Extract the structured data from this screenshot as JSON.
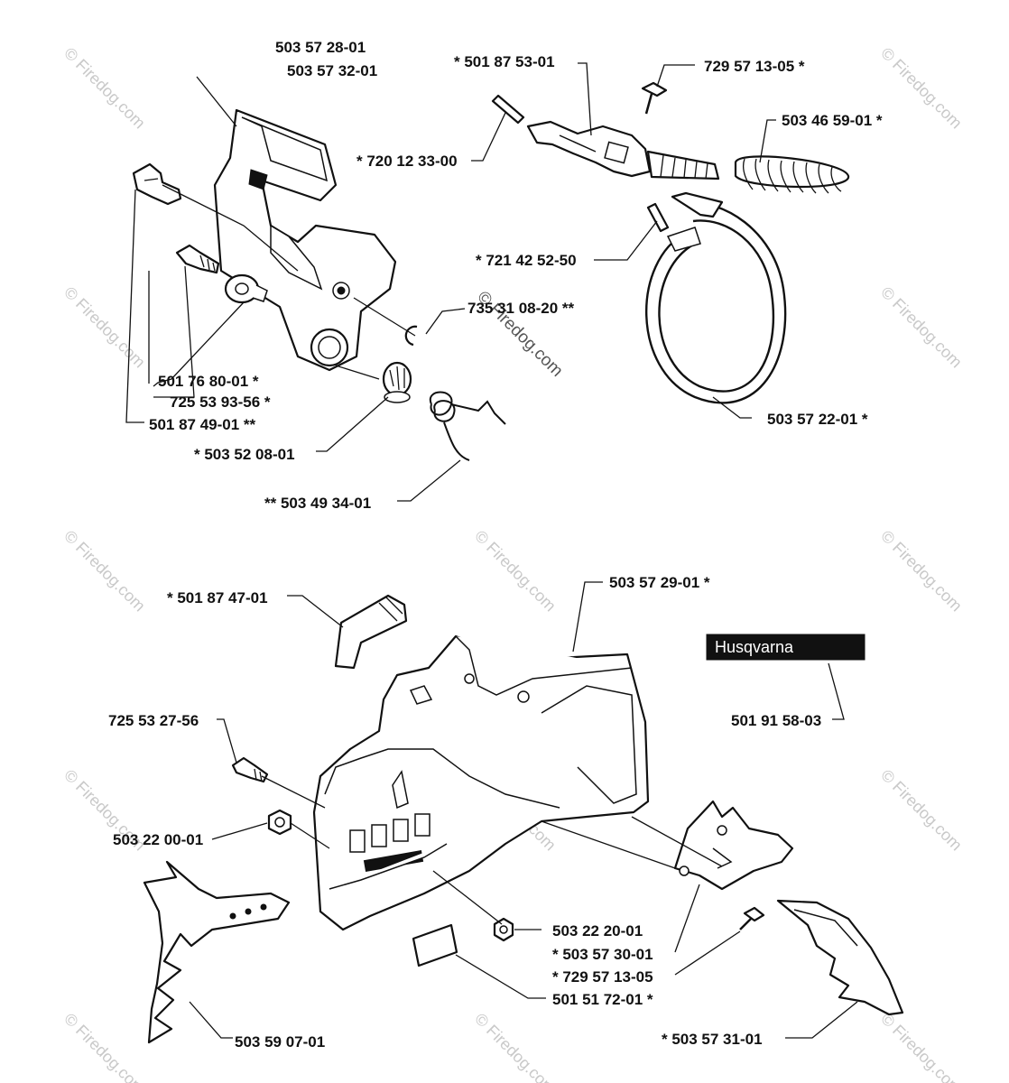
{
  "watermark": "© Firedog.com",
  "brand_label": "Husqvarna",
  "labels": {
    "guard_cover": "503 57 28-01",
    "guard_cover_alt": "503 57 32-01",
    "knuckle": "* 501 87 53-01",
    "screw_top": "729 57 13-05 *",
    "spring_large": "503 46 59-01 *",
    "pin": "* 720 12 33-00",
    "pin_band": "* 721 42 52-50",
    "circlip": "735 31 08-20 **",
    "washer_a": "501 76 80-01 *",
    "washer_b": "725 53 93-56 *",
    "bolt": "501 87 49-01 **",
    "bushing": "* 503 52 08-01",
    "brake_band": "503 57 22-01 *",
    "spring_small": "** 503 49 34-01",
    "bracket": "* 501 87 47-01",
    "housing": "503 57 29-01 *",
    "decal": "501 91 58-03",
    "screw_left": "725 53 27-56",
    "nut_left": "503 22 00-01",
    "nut_mid": "503 22 20-01",
    "plate": "* 503 57 30-01",
    "screw_bottom": "* 729 57 13-05",
    "felt": "501 51 72-01 *",
    "spike_left": "503 59 07-01",
    "spike_right": "* 503 57 31-01"
  }
}
